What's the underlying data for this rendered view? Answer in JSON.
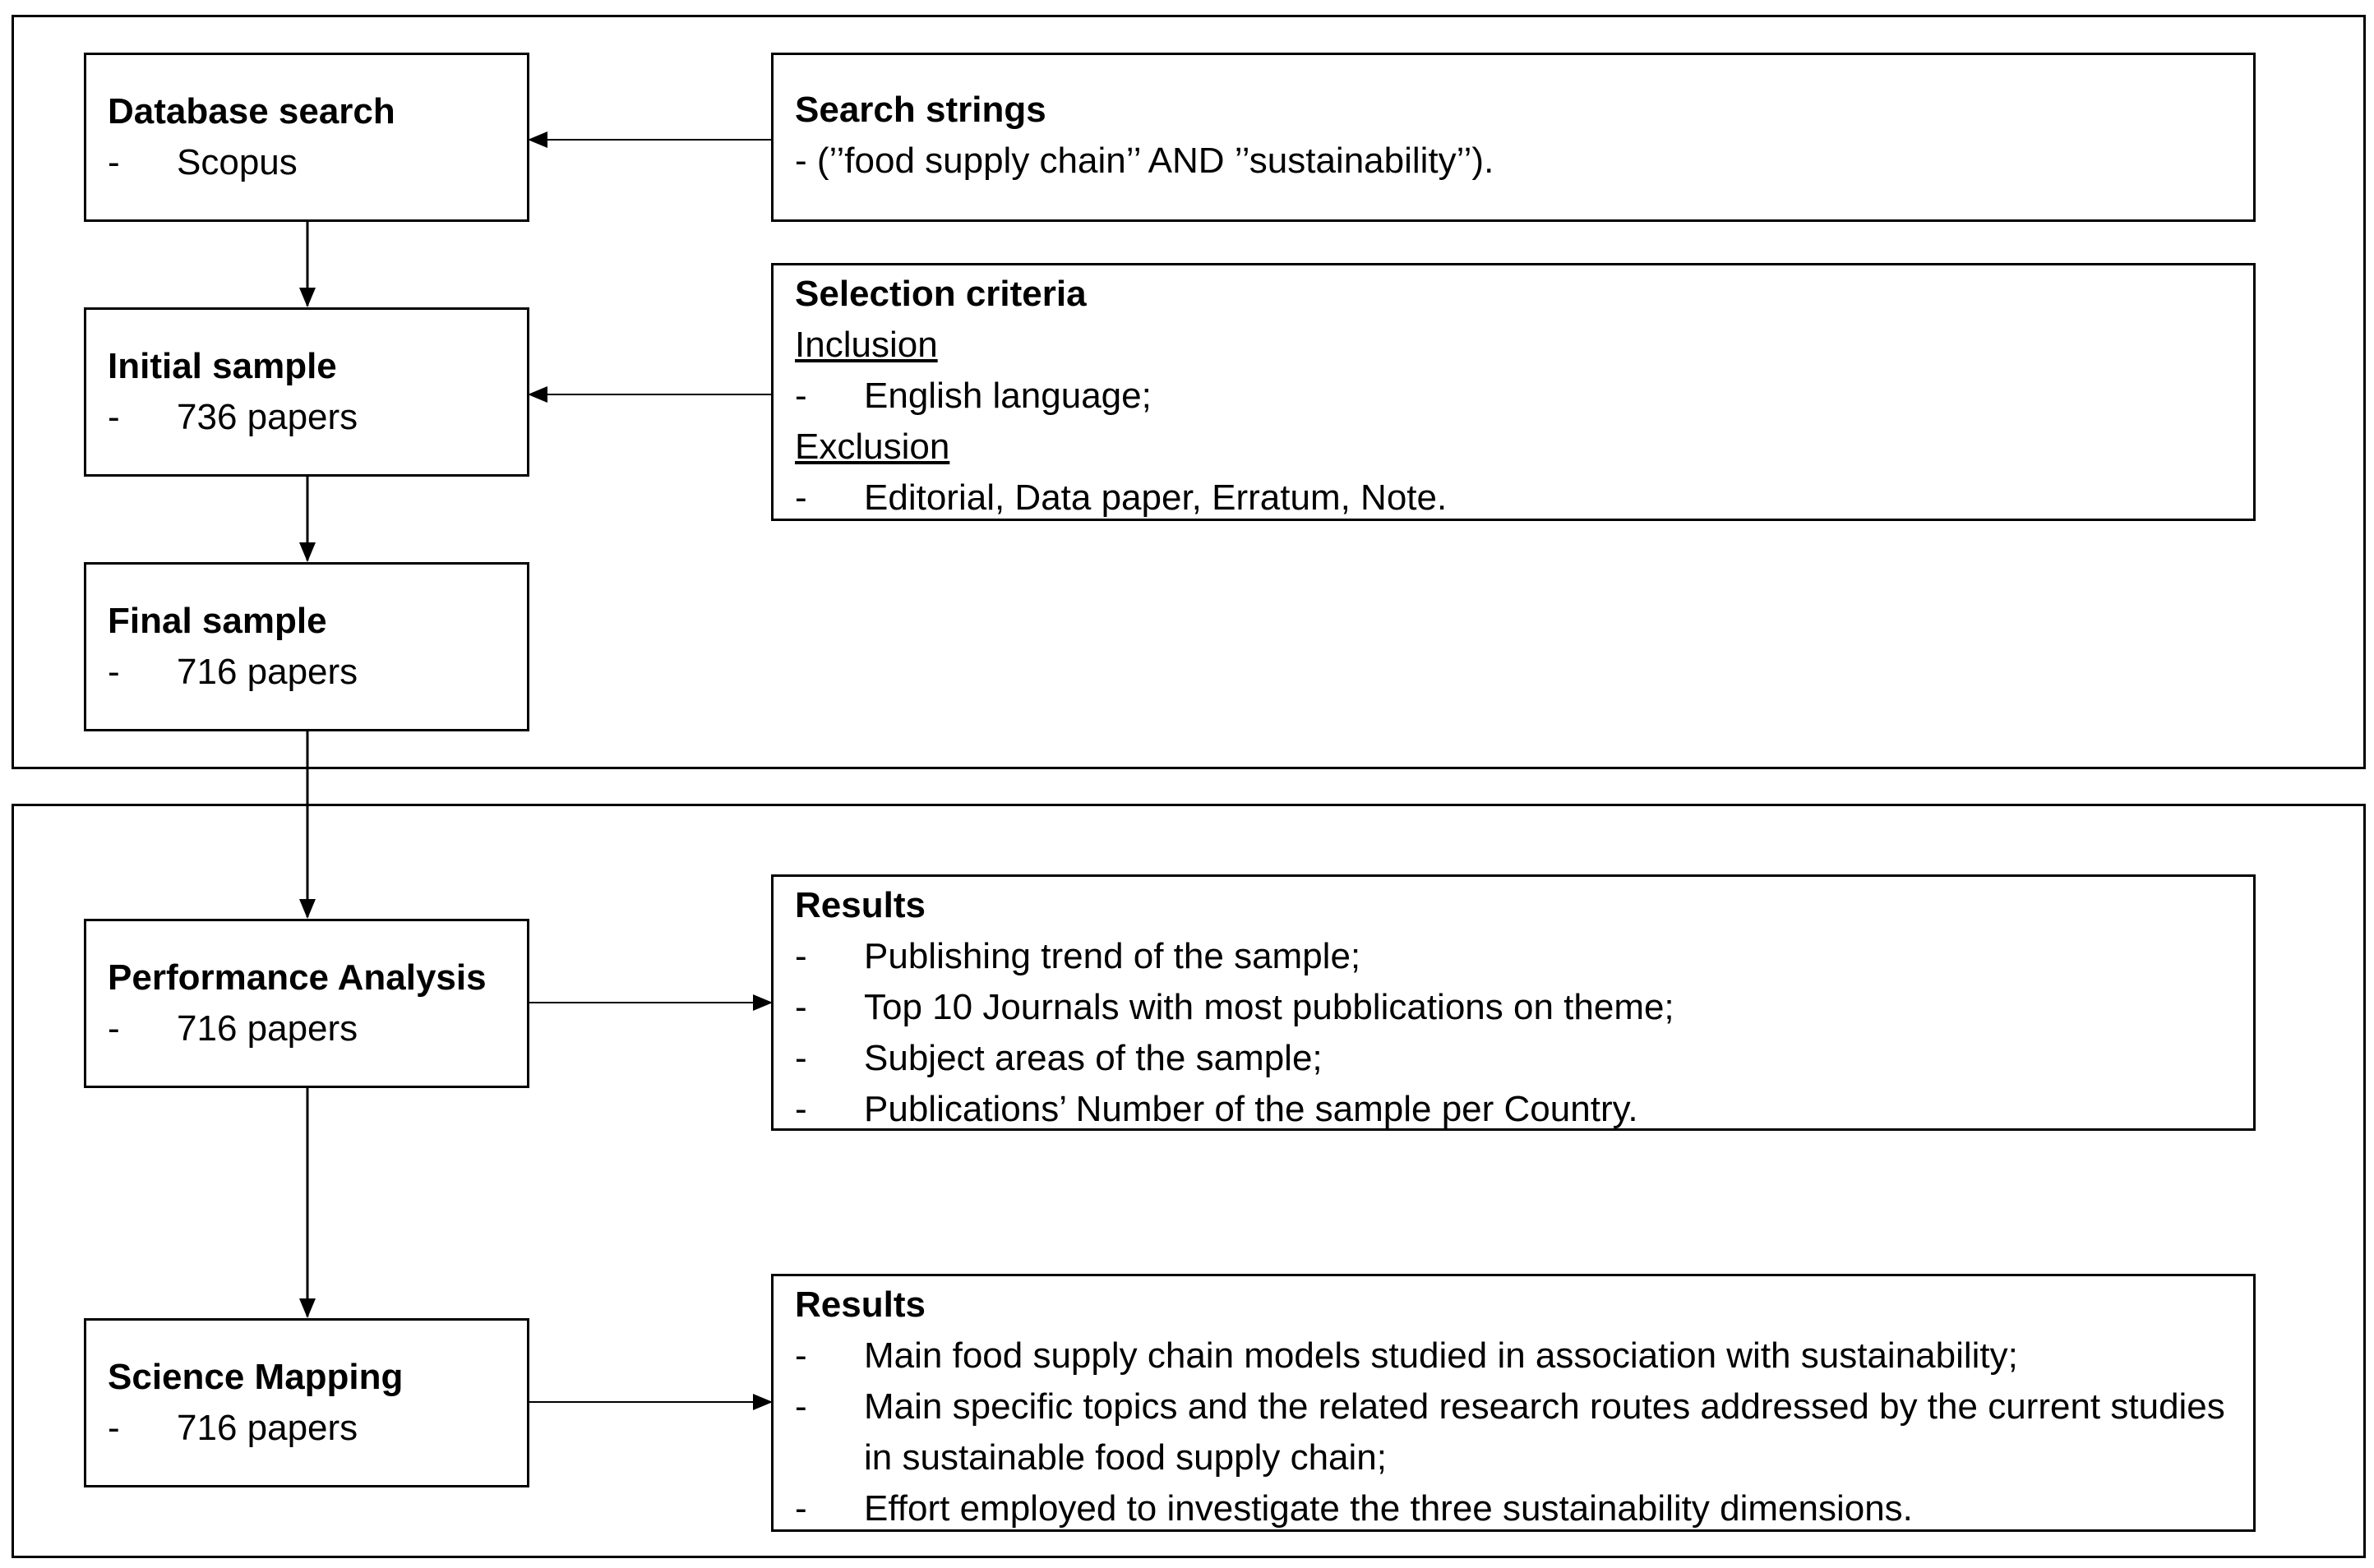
{
  "stages": {
    "database_search": {
      "title": "Database search",
      "items": [
        "Scopus"
      ]
    },
    "initial_sample": {
      "title": "Initial sample",
      "items": [
        "736 papers"
      ]
    },
    "final_sample": {
      "title": "Final sample",
      "items": [
        "716 papers"
      ]
    },
    "performance_analysis": {
      "title": "Performance Analysis",
      "items": [
        "716 papers"
      ]
    },
    "science_mapping": {
      "title": "Science Mapping",
      "items": [
        "716 papers"
      ]
    }
  },
  "search_strings": {
    "title": "Search strings",
    "text": "- (’’food supply chain’’ AND ’’sustainability’’)."
  },
  "selection_criteria": {
    "title": "Selection criteria",
    "inclusion_label": "Inclusion",
    "inclusion_items": [
      "English language;"
    ],
    "exclusion_label": "Exclusion",
    "exclusion_items": [
      "Editorial, Data paper, Erratum, Note."
    ]
  },
  "results_performance": {
    "title": "Results",
    "items": [
      "Publishing trend of the sample;",
      "Top 10 Journals with most pubblications on theme;",
      "Subject areas of the sample;",
      "Publications’ Number of the sample per Country."
    ]
  },
  "results_science": {
    "title": "Results",
    "items": [
      "Main food supply chain models studied in association with sustainability;",
      "Main specific topics and the related research routes addressed by the current studies in sustainable food supply chain;",
      "Effort employed to investigate the three sustainability dimensions."
    ]
  },
  "dash": "-"
}
